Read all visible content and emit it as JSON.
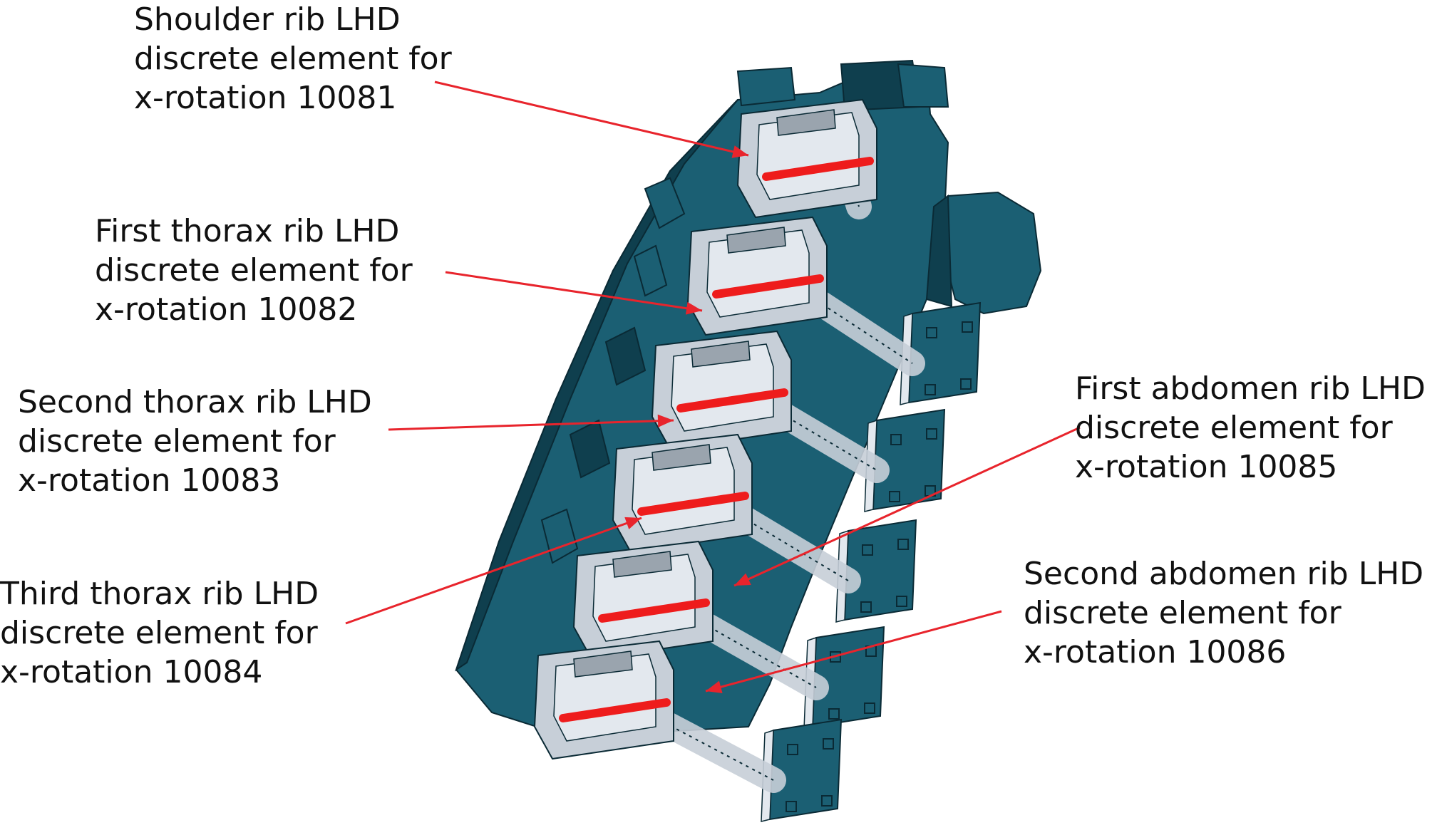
{
  "colors": {
    "structure": "#1b5f73",
    "structure_dark": "#0f3f4e",
    "structure_edge": "#0a2a35",
    "rib_part": "#c7cfd8",
    "rib_part_light": "#e3e8ee",
    "discrete_element": "#ee1c1c",
    "pointer_line": "#e8242c"
  },
  "annotations": [
    {
      "id": "shoulder",
      "lines": [
        "Shoulder rib LHD",
        "discrete element for",
        "x-rotation 10081"
      ]
    },
    {
      "id": "first-thorax",
      "lines": [
        "First thorax rib LHD",
        "discrete element for",
        "x-rotation 10082"
      ]
    },
    {
      "id": "second-thorax",
      "lines": [
        "Second thorax rib LHD",
        "discrete element for",
        "x-rotation 10083"
      ]
    },
    {
      "id": "third-thorax",
      "lines": [
        "Third thorax rib LHD",
        "discrete element for",
        "x-rotation 10084"
      ]
    },
    {
      "id": "first-abdomen",
      "lines": [
        "First abdomen rib LHD",
        "discrete element for",
        "x-rotation 10085"
      ]
    },
    {
      "id": "second-abdomen",
      "lines": [
        "Second abdomen rib LHD",
        "discrete element for",
        "x-rotation 10086"
      ]
    }
  ]
}
